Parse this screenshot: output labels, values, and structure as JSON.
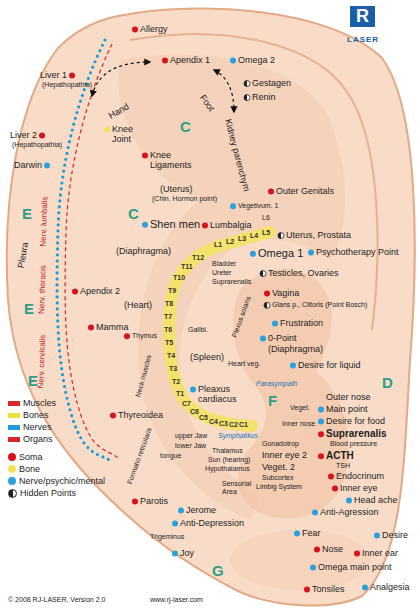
{
  "diagram": {
    "labels": [
      "R",
      "LASER",
      "Allergy",
      "Liver 1",
      "(Hepathopathia)",
      "Apendix 1",
      "Omega 2",
      "Gestagen",
      "Renin",
      "Hand",
      "Foot",
      "Kidney parenchym",
      "Liver 2",
      "(Hepathopathia)",
      "Darwin",
      "Knee Joint",
      "Knee Ligaments",
      "(Uterus)",
      "(Chin. Hormon point)",
      "Outer Genitals",
      "Vegetivum. 1",
      "L6",
      "Shen men",
      "Lumbalgia",
      "Uterus, Prostata",
      "L1",
      "L2",
      "L3",
      "L4",
      "L5",
      "Omega 1",
      "Psychotherapy Point",
      "(Diaphragma)",
      "T12",
      "T11",
      "T10",
      "T9",
      "T8",
      "T7",
      "T6",
      "T5",
      "T4",
      "T3",
      "T2",
      "T1",
      "C7",
      "C6",
      "C5",
      "C4",
      "C3",
      "C2",
      "C1",
      "Bladder",
      "Ureter",
      "Suprarenalis",
      "Testicles, Ovaries",
      "Vagina",
      "Glans p., Clitoris (Point Bosch)",
      "Plexus solaris",
      "Frustration",
      "0-Point",
      "(Diaphragma)",
      "(Heart)",
      "Apendix 2",
      "Thymus",
      "Gallbl.",
      "Mamma",
      "Heart veg.",
      "(Spleen)",
      "Neck muscles",
      "Desire for liquid",
      "Pleaxus cardiacus",
      "Thyreoidea",
      "Formatio reticularis",
      "upper Jaw",
      "lower Jaw",
      "tongue",
      "Parasympath",
      "Symphatikus",
      "Outer nose",
      "Veget.",
      "Main point",
      "Inner nose",
      "Desire for food",
      "Suprarenalis",
      "Blood pressure",
      "ACTH",
      "TSH",
      "Endocrinum",
      "Inner eye",
      "Head ache",
      "Anti-Agression",
      "Gonadotrop",
      "Inner eye 2",
      "Veget. 2",
      "Thalamus",
      "Sun (hearing)",
      "Hypothalamus",
      "Subcortex",
      "Limbig System",
      "Sensorial Area",
      "Fear",
      "Desire",
      "Nose",
      "Inner ear",
      "Omega main point",
      "Analgesia",
      "Tonsiles",
      "Jerome",
      "Anti-Depression",
      "Trigeminus",
      "Joy",
      "Parotis",
      "Pleura",
      "Nerv. lumbalis",
      "Nerv. thoracis",
      "Nerv. cervicalis",
      "E",
      "E",
      "E",
      "C",
      "C",
      "F",
      "D",
      "G",
      "© 2008 RJ-LASER, Version 2.0",
      "www.rj-laser.com"
    ],
    "legend": [
      {
        "text": "Muscles",
        "color": "#d9262b"
      },
      {
        "text": "Bones",
        "color": "#f1df3c"
      },
      {
        "text": "Nerves",
        "color": "#1f9ad6"
      },
      {
        "text": "Organs",
        "color": "#d9262b"
      },
      {
        "text": "Soma",
        "color": "#d7141a"
      },
      {
        "text": "Bone",
        "color": "#f3e55a"
      },
      {
        "text": "Nerve/psychic/mental",
        "color": "#2aa0dc"
      },
      {
        "text": "Hidden Points"
      }
    ]
  }
}
